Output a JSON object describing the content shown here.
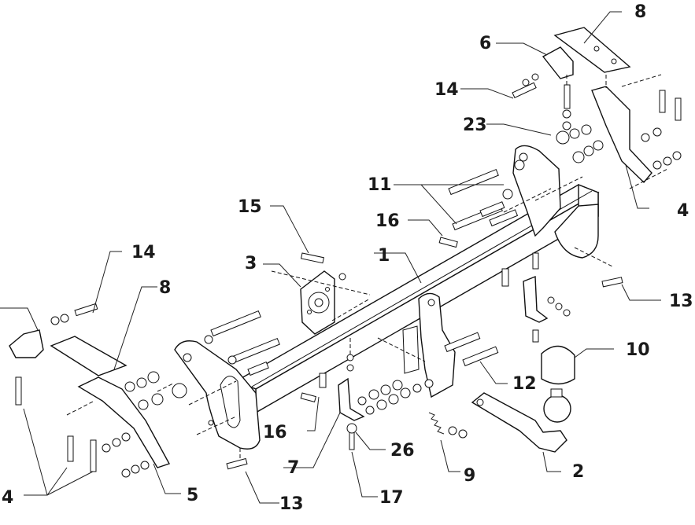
{
  "diagram": {
    "labels": [
      {
        "id": "l1",
        "text": "1"
      },
      {
        "id": "l2",
        "text": "2"
      },
      {
        "id": "l3",
        "text": "3"
      },
      {
        "id": "l4a",
        "text": "4"
      },
      {
        "id": "l4b",
        "text": "4"
      },
      {
        "id": "l5",
        "text": "5"
      },
      {
        "id": "l6",
        "text": "6"
      },
      {
        "id": "l7",
        "text": "7"
      },
      {
        "id": "l8a",
        "text": "8"
      },
      {
        "id": "l8b",
        "text": "8"
      },
      {
        "id": "l9",
        "text": "9"
      },
      {
        "id": "l10",
        "text": "10"
      },
      {
        "id": "l11",
        "text": "11"
      },
      {
        "id": "l12",
        "text": "12"
      },
      {
        "id": "l13a",
        "text": "13"
      },
      {
        "id": "l13b",
        "text": "13"
      },
      {
        "id": "l14a",
        "text": "14"
      },
      {
        "id": "l14b",
        "text": "14"
      },
      {
        "id": "l15",
        "text": "15"
      },
      {
        "id": "l16a",
        "text": "16"
      },
      {
        "id": "l16b",
        "text": "16"
      },
      {
        "id": "l17",
        "text": "17"
      },
      {
        "id": "l23",
        "text": "23"
      },
      {
        "id": "l26",
        "text": "26"
      }
    ]
  }
}
